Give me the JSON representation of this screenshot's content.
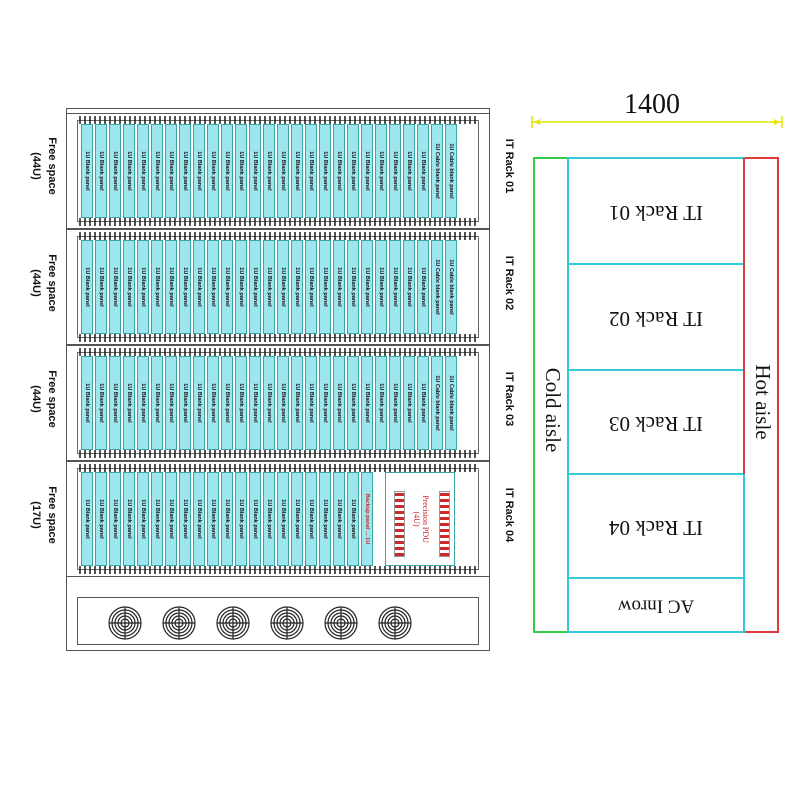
{
  "elevation": {
    "racks": [
      {
        "rack_label": "IT Rack 01",
        "free_space": "Free space\n(44U)",
        "panel_label": "1U Blank panel",
        "cable_label": "1U Cable blank panel",
        "panel_count": 25,
        "cable_count": 2
      },
      {
        "rack_label": "IT Rack 02",
        "free_space": "Free space\n(44U)",
        "panel_label": "1U Blank panel",
        "cable_label": "1U Cable blank panel",
        "panel_count": 25,
        "cable_count": 2
      },
      {
        "rack_label": "IT Rack 03",
        "free_space": "Free space\n(44U)",
        "panel_label": "1U Blank panel",
        "cable_label": "1U Cable blank panel",
        "panel_count": 25,
        "cable_count": 2
      },
      {
        "rack_label": "IT Rack 04",
        "free_space": "Free space\n(17U)",
        "panel_label": "1U Blank panel",
        "cable_label": "Backup panel ... 1U",
        "panel_count": 20,
        "cable_count": 1,
        "pdu_label": "Precision PDU",
        "pdu_sub": "(4U)"
      }
    ],
    "fan_count": 6
  },
  "plan": {
    "dimension": "1400",
    "cold_aisle": "Cold aisle",
    "hot_aisle": "Hot aisle",
    "racks": [
      "IT Rack 01",
      "IT Rack 02",
      "IT Rack 03",
      "IT Rack 04"
    ],
    "ac_unit": "AC Inrow",
    "colors": {
      "cold": "#33cc44",
      "hot": "#e03a3a",
      "rack": "#33c9d6",
      "dimension": "#e6e600"
    }
  }
}
